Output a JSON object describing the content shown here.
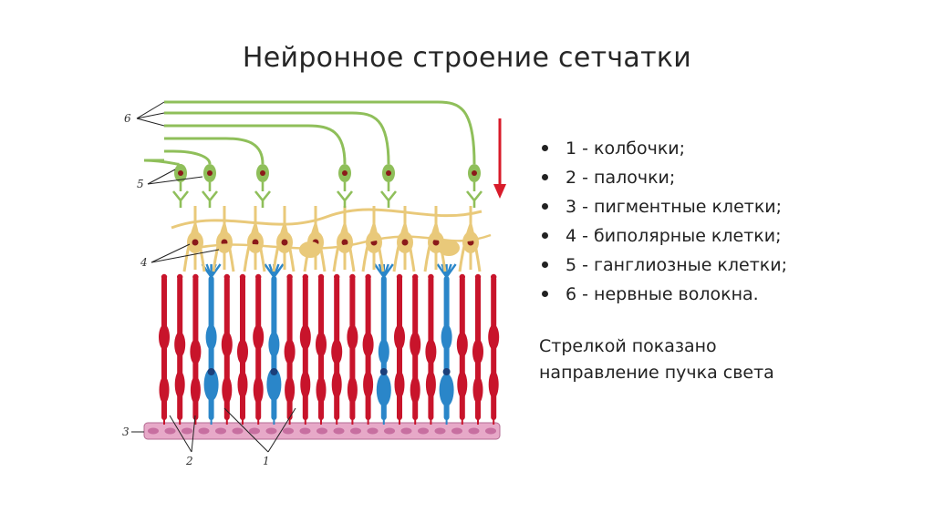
{
  "slide": {
    "title": "Нейронное строение сетчатки"
  },
  "figure": {
    "labels": [
      "6",
      "5",
      "4",
      "3",
      "2",
      "1"
    ],
    "colors": {
      "cones": "#c8142b",
      "rods": "#2a86c9",
      "bipolar": "#e9c97a",
      "ganglion": "#8fbf5a",
      "pigment": "#e7a9c8",
      "arrow": "#d81b2a",
      "nucleus": "#8b1a1a"
    }
  },
  "legend": {
    "items": [
      "1 - колбочки;",
      "2 - палочки;",
      "3 - пигментные клетки;",
      "4 - биполярные клетки;",
      "5 - ганглиозные клетки;",
      "6 - нервные волокна."
    ]
  },
  "note": {
    "lines": [
      "Стрелкой показано",
      "направление пучка света"
    ]
  }
}
